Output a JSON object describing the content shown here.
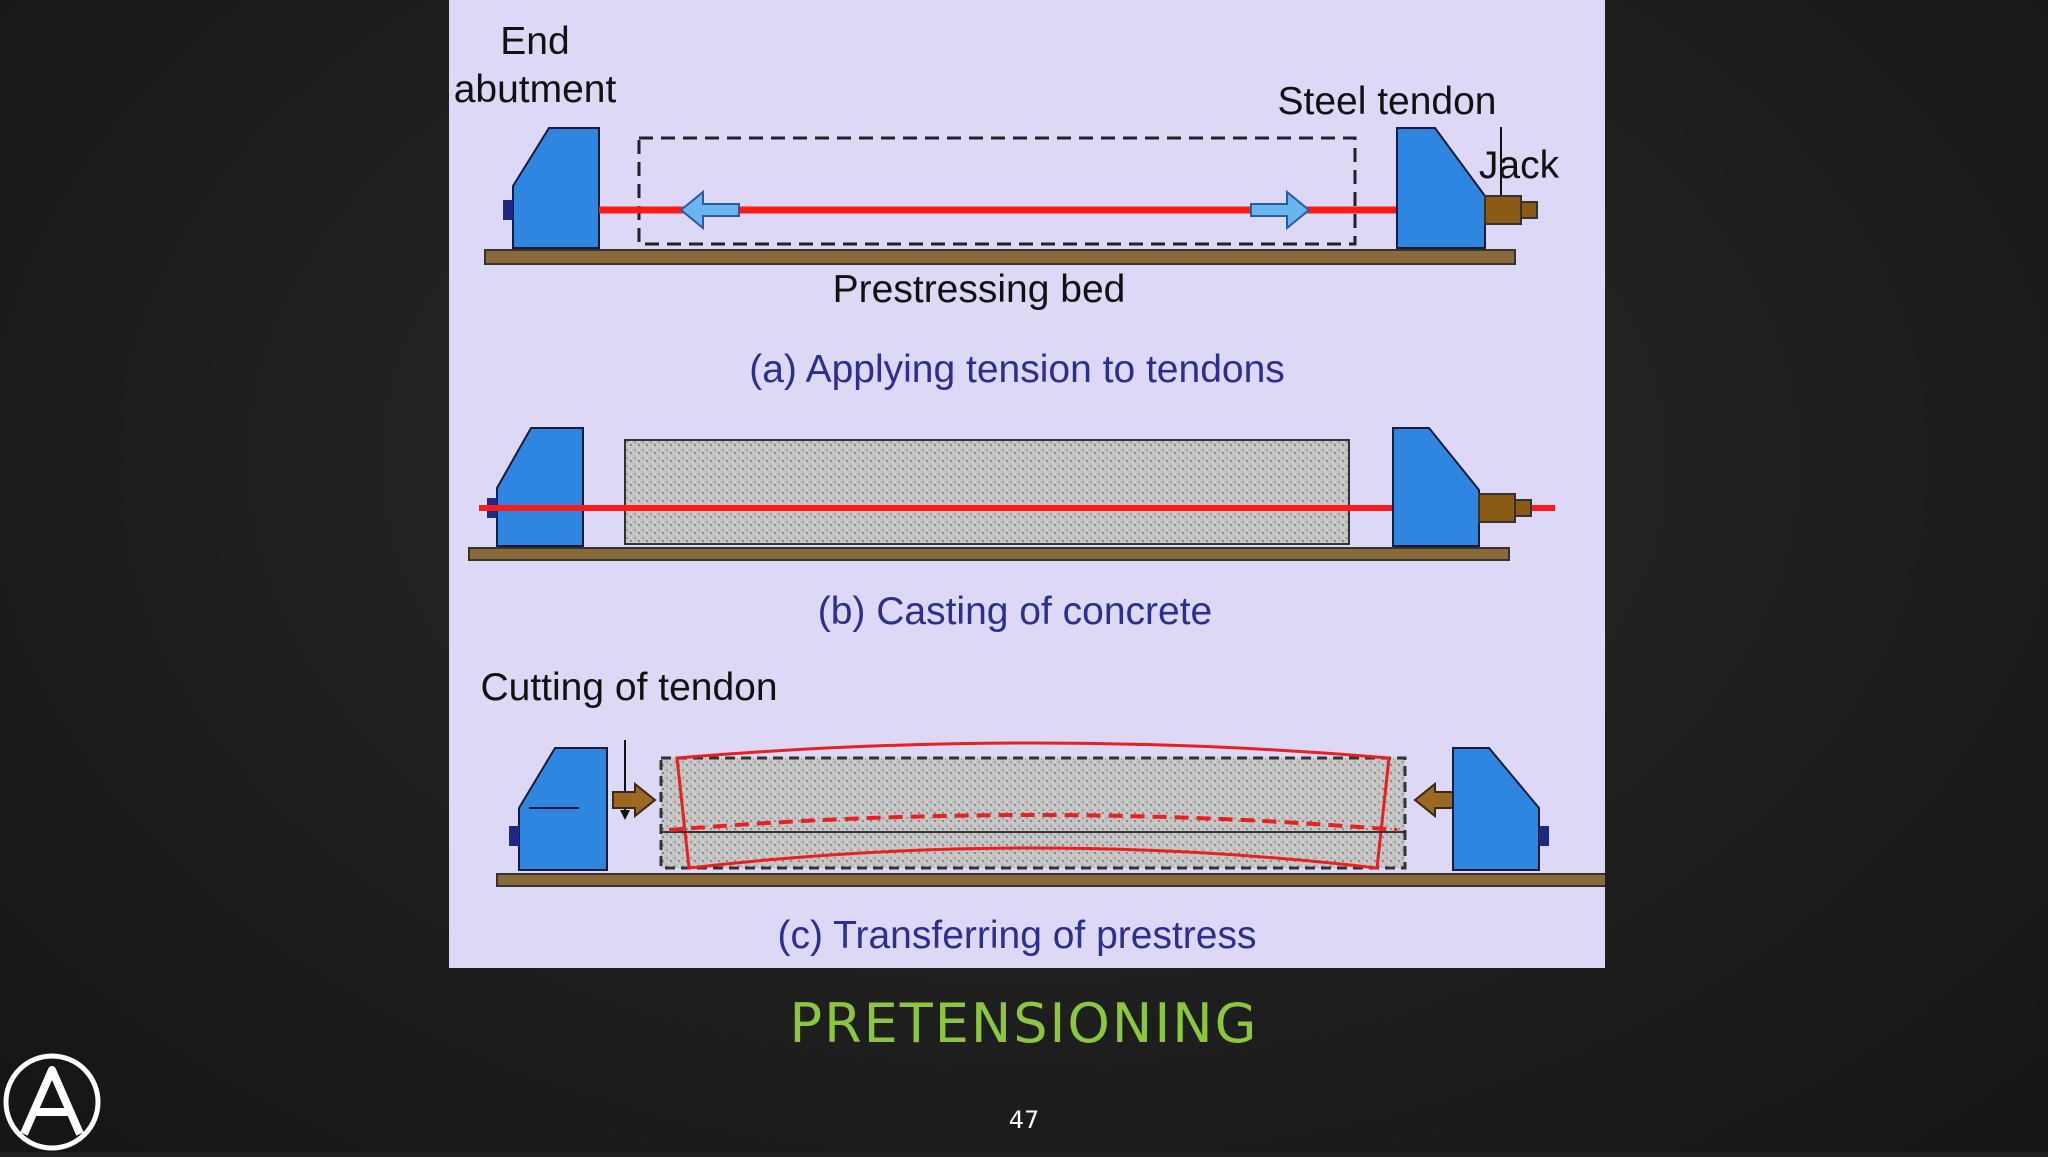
{
  "diagram": {
    "labels": {
      "end_abutment_line1": "End",
      "end_abutment_line2": "abutment",
      "steel_tendon": "Steel tendon",
      "jack": "Jack",
      "prestressing_bed": "Prestressing bed",
      "cutting_of_tendon": "Cutting of tendon"
    },
    "captions": {
      "a": "(a) Applying tension to tendons",
      "b": "(b) Casting of concrete",
      "c": "(c) Transferring of prestress"
    },
    "colors": {
      "panel_bg": "#dcd8f6",
      "abutment_fill": "#2e86e0",
      "tendon": "#ff1a1a",
      "bed": "#8b6a3a",
      "concrete": "#bdbdbd",
      "caption_text": "#2b2f8f"
    }
  },
  "slide": {
    "title": "PRETENSIONING",
    "page_number": "47",
    "title_color": "#8cc63f",
    "logo_icon": "letter-a-logo"
  }
}
